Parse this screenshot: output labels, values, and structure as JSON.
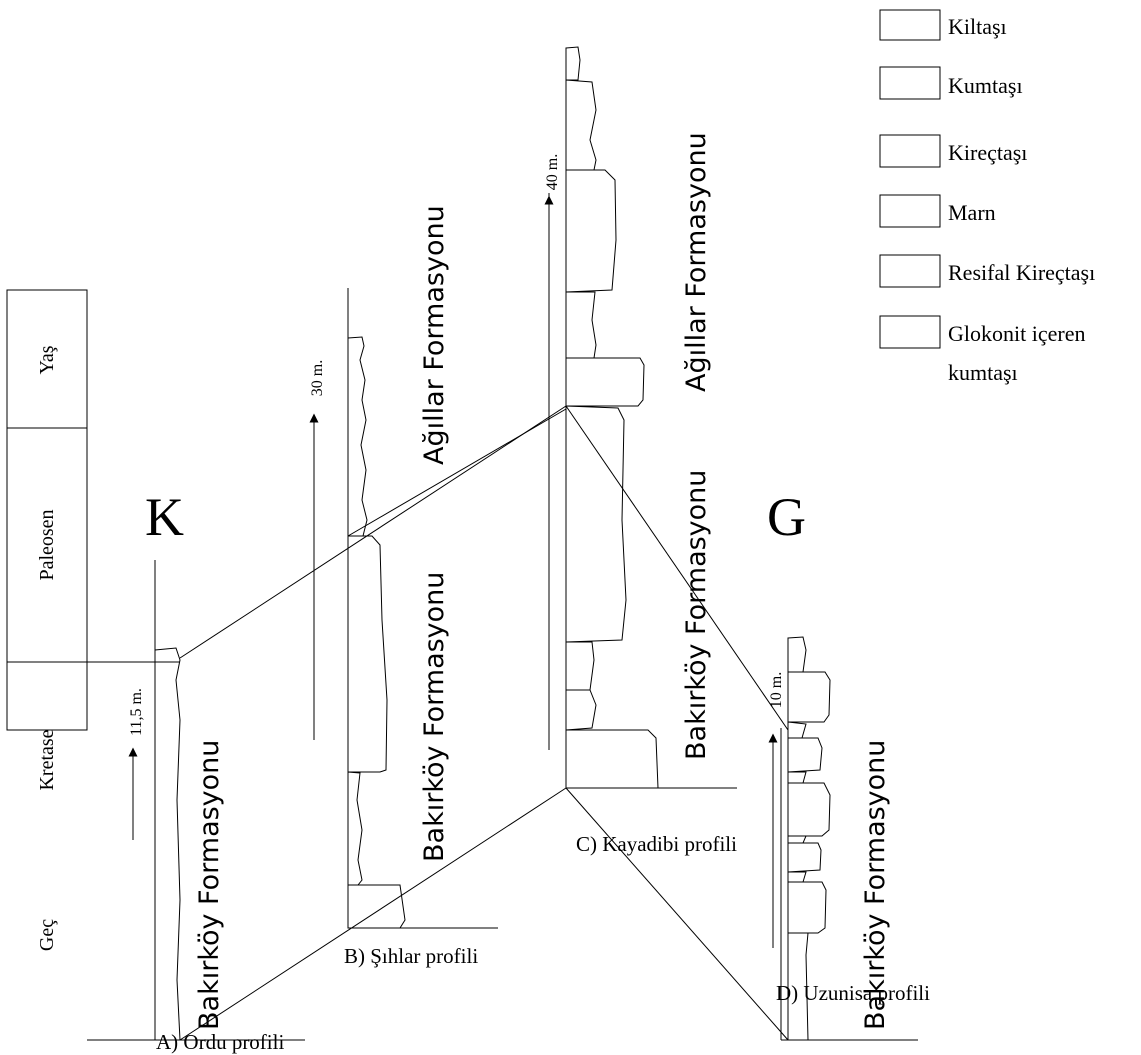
{
  "legend": {
    "items": [
      {
        "key": "kiltasi",
        "label": "Kiltaşı"
      },
      {
        "key": "kumtasi",
        "label": "Kumtaşı"
      },
      {
        "key": "kirectasi",
        "label": "Kireçtaşı"
      },
      {
        "key": "marn",
        "label": "Marn"
      },
      {
        "key": "resifal",
        "label": "Resifal Kireçtaşı"
      },
      {
        "key": "glokonit",
        "label": "Glokonit içeren",
        "label2": "kumtaşı"
      }
    ]
  },
  "age_column": {
    "header": "Yaş",
    "epochs": [
      "Paleosen",
      "Kretase",
      "Geç"
    ]
  },
  "directions": {
    "west": "K",
    "east": "G"
  },
  "formations": {
    "bakirkoy": "Bakırköy Formasyonu",
    "agillar": "Ağıllar Formasyonu"
  },
  "profiles": {
    "ordu": {
      "caption": "A) Ordu profili",
      "thickness": "11,5 m."
    },
    "sihlar": {
      "caption": "B) Şıhlar profili",
      "thickness": "30 m."
    },
    "kayadibi": {
      "caption": "C) Kayadibi profili",
      "thickness": "40 m."
    },
    "uzunisa": {
      "caption": "D) Uzunisa profili",
      "thickness": "10 m."
    }
  },
  "colors": {
    "ink": "#000000",
    "reef_fill": "#bdbdbd",
    "glauconite_fill": "#a8a8a8",
    "paper": "#ffffff"
  }
}
